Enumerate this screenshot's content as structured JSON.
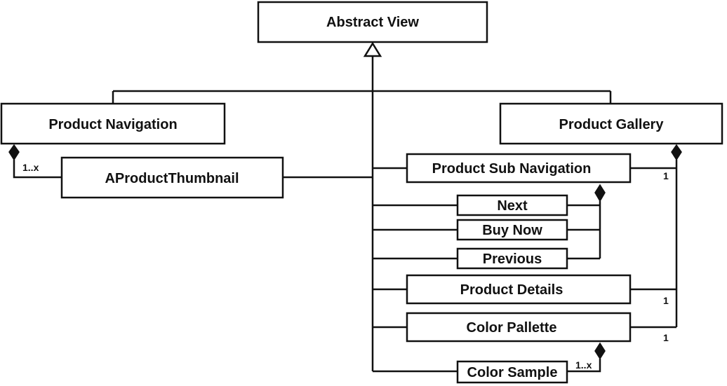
{
  "classes": {
    "abstract_view": "Abstract View",
    "product_navigation": "Product Navigation",
    "product_gallery": "Product Gallery",
    "aproduct_thumbnail": "AProductThumbnail",
    "product_sub_navigation": "Product Sub Navigation",
    "next": "Next",
    "buy_now": "Buy Now",
    "previous": "Previous",
    "product_details": "Product Details",
    "color_pallette": "Color Pallette",
    "color_sample": "Color Sample"
  },
  "multiplicities": {
    "thumbnail": "1..x",
    "sub_navigation": "1",
    "product_details": "1",
    "color_pallette": "1",
    "color_sample": "1..x"
  },
  "colors": {
    "stroke": "#111111",
    "fill": "#ffffff"
  }
}
